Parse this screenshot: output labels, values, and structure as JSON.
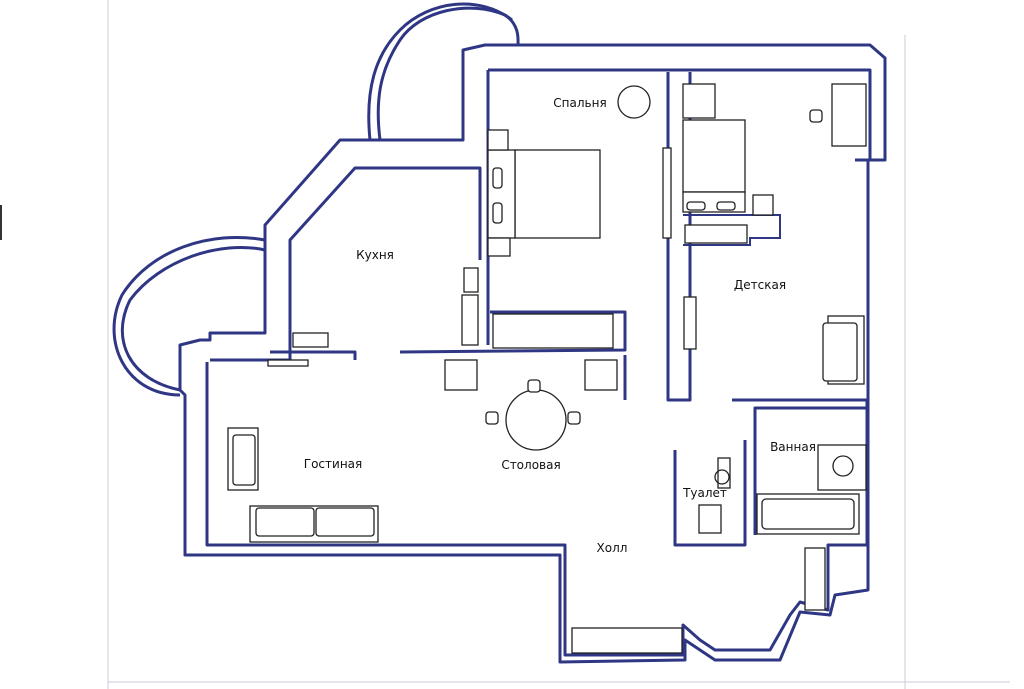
{
  "plan": {
    "rooms": {
      "bedroom": "Спальня",
      "kitchen": "Кухня",
      "kids_room": "Детская",
      "living_room": "Гостиная",
      "dining_room": "Столовая",
      "bathroom": "Ванная",
      "toilet": "Туалет",
      "hall": "Холл"
    }
  },
  "colors": {
    "walls": "#2f3785",
    "furniture": "#222222"
  }
}
